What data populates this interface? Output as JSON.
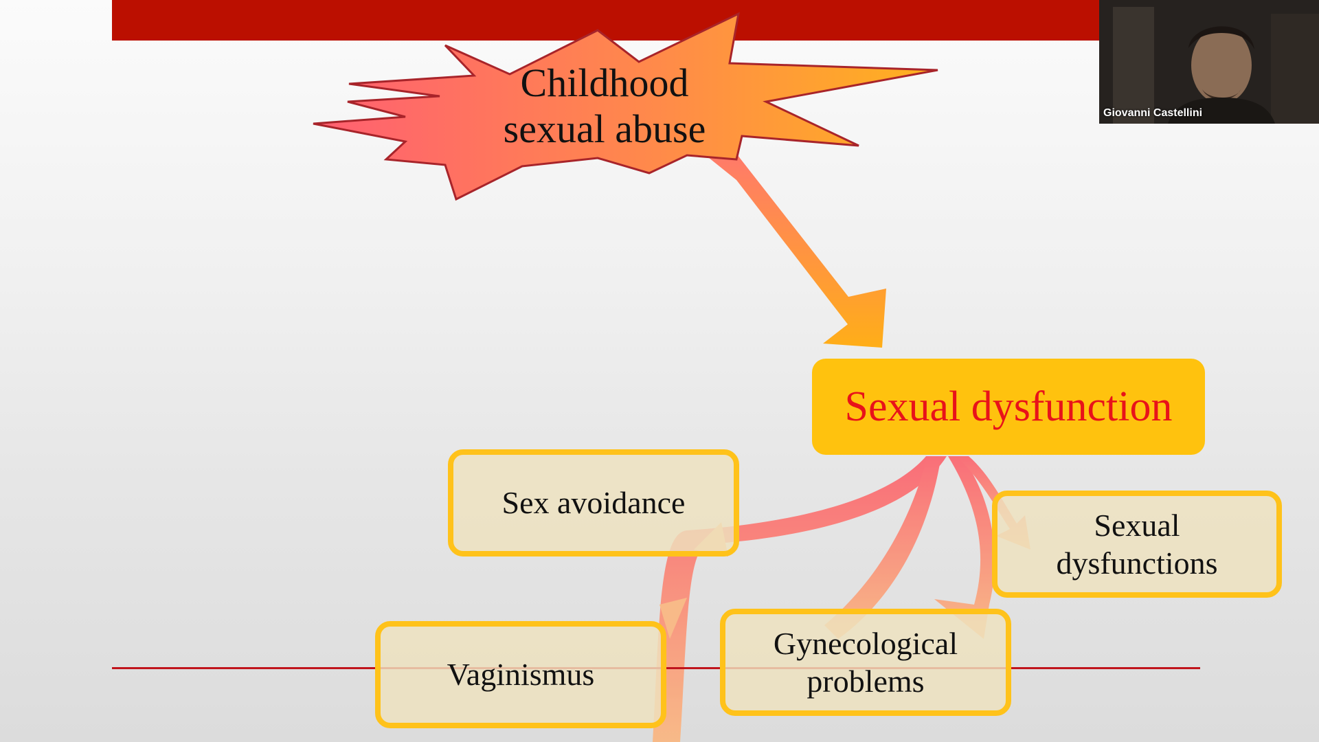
{
  "diagram": {
    "source_node": {
      "label_line1": "Childhood",
      "label_line2": "sexual abuse"
    },
    "main_node": {
      "label": "Sexual dysfunction"
    },
    "sub_nodes": [
      {
        "id": "sex-avoidance",
        "line1": "Sex avoidance",
        "line2": ""
      },
      {
        "id": "sexual-dysfunctions",
        "line1": "Sexual",
        "line2": "dysfunctions"
      },
      {
        "id": "gynecological-problems",
        "line1": "Gynecological",
        "line2": "problems"
      },
      {
        "id": "vaginismus",
        "line1": "Vaginismus",
        "line2": ""
      }
    ]
  },
  "video_overlay": {
    "participant_name": "Giovanni Castellini"
  },
  "colors": {
    "title_bar": "#bb0f00",
    "main_node_fill": "#ffc20e",
    "main_node_text": "#e8121a",
    "box_border": "#ffc21a",
    "burst_stroke": "#a8242a"
  }
}
